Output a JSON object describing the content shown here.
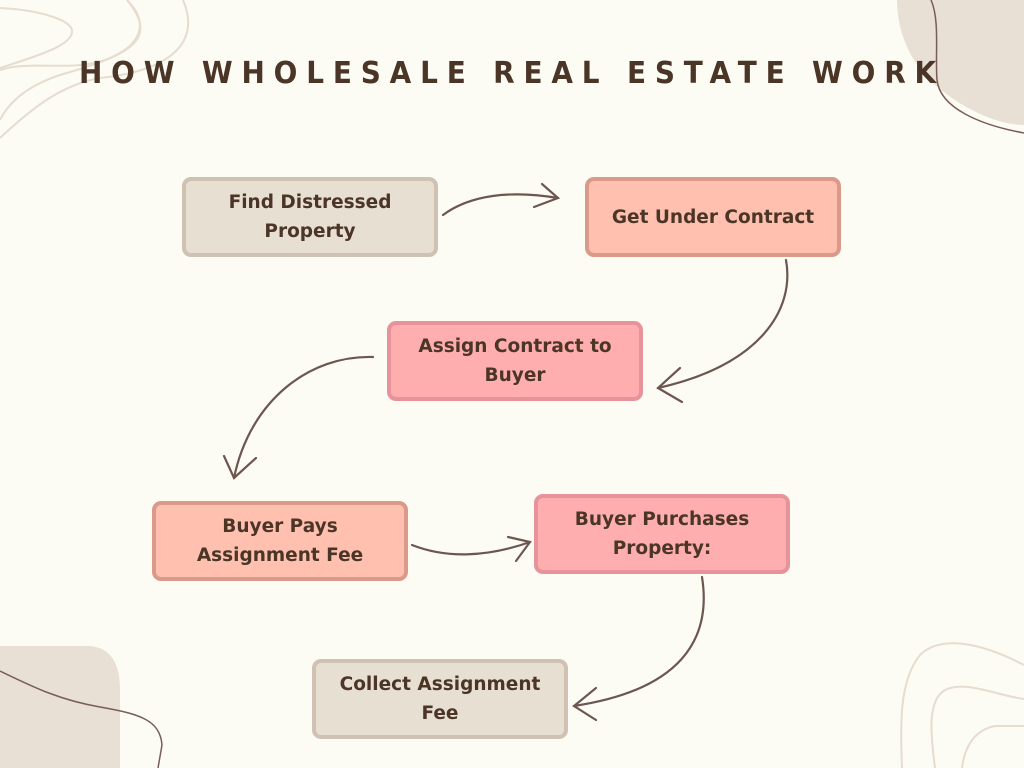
{
  "title": "HOW WHOLESALE REAL ESTATE WORK",
  "colors": {
    "background": "#fcfcf5",
    "text": "#4a3526",
    "arrow": "#6e5650",
    "beige_fill": "#e8dfd3",
    "beige_border": "#cfc2b3",
    "peach_fill": "#ffc0b0",
    "peach_border": "#d99a8a",
    "pink_fill": "#ffaeb0",
    "pink_border": "#e6949a",
    "deco_blob": "#e8e0d4",
    "deco_line_light": "#e6dccf",
    "deco_line_dark": "#7a5c58"
  },
  "steps": [
    {
      "id": "find",
      "label": "Find Distressed Property",
      "lines": [
        "Find Distressed",
        "Property"
      ],
      "style": "beige"
    },
    {
      "id": "contract",
      "label": "Get Under Contract",
      "lines": [
        "Get Under Contract"
      ],
      "style": "peach"
    },
    {
      "id": "assign",
      "label": "Assign Contract to Buyer",
      "lines": [
        "Assign Contract to",
        "Buyer"
      ],
      "style": "pink"
    },
    {
      "id": "pays",
      "label": "Buyer Pays Assignment Fee",
      "lines": [
        "Buyer Pays",
        "Assignment Fee"
      ],
      "style": "peach"
    },
    {
      "id": "purchases",
      "label": "Buyer Purchases Property:",
      "lines": [
        "Buyer Purchases",
        "Property:"
      ],
      "style": "pink"
    },
    {
      "id": "collect",
      "label": "Collect Assignment Fee",
      "lines": [
        "Collect Assignment",
        "Fee"
      ],
      "style": "beige"
    }
  ],
  "connections": [
    {
      "from": "find",
      "to": "contract"
    },
    {
      "from": "contract",
      "to": "assign"
    },
    {
      "from": "assign",
      "to": "pays"
    },
    {
      "from": "pays",
      "to": "purchases"
    },
    {
      "from": "purchases",
      "to": "collect"
    }
  ]
}
